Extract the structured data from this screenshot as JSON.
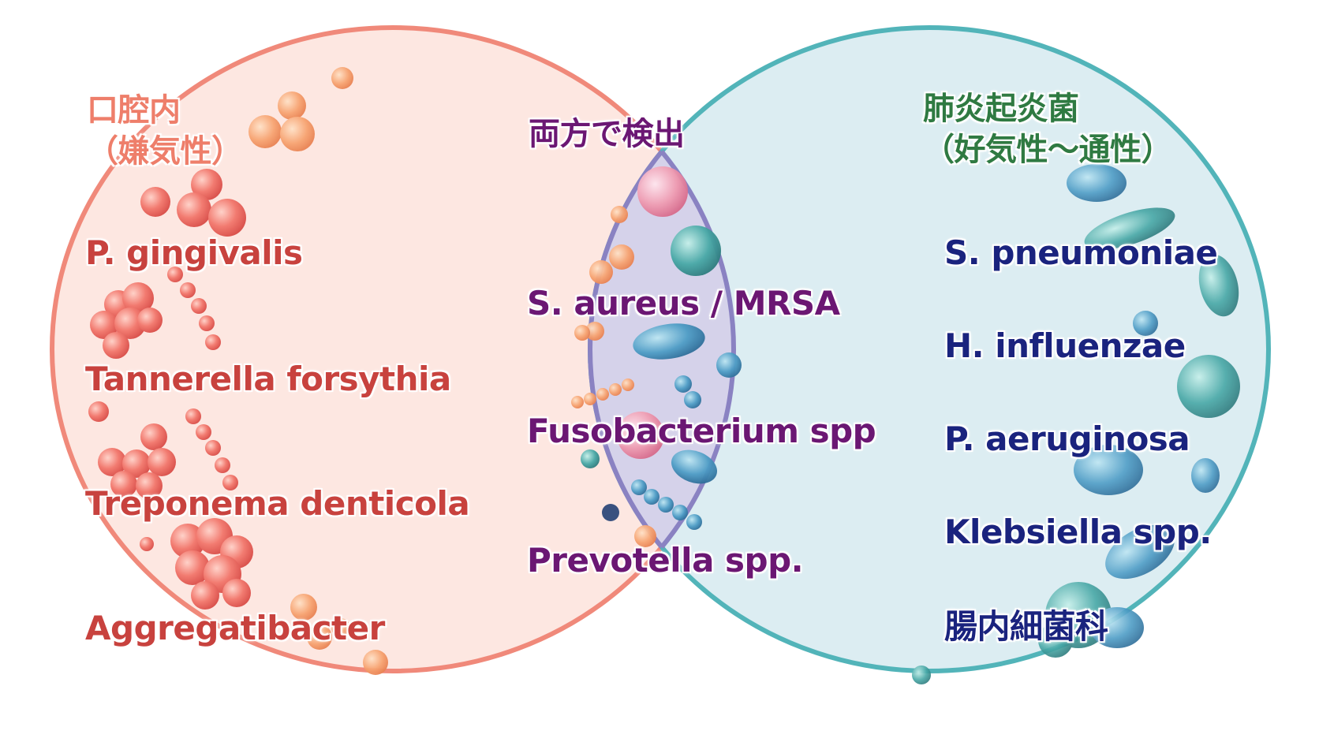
{
  "colors": {
    "left_circle_fill": "#fde7e1",
    "left_circle_stroke": "#f0897a",
    "right_circle_fill": "#dcedf2",
    "right_circle_stroke": "#52b4b9",
    "overlap_fill": "#d5d2ea",
    "overlap_stroke": "#8a82c2",
    "left_heading": "#ee7e6a",
    "left_species": "#c8423e",
    "middle_text": "#6b1773",
    "right_heading": "#2f7a42",
    "right_species": "#1a237e"
  },
  "left_set": {
    "heading_line1": "口腔内",
    "heading_line2": "（嫌気性）",
    "items": [
      "P. gingivalis",
      "Tannerella forsythia",
      "Treponema denticola",
      "Aggregatibacter"
    ]
  },
  "overlap": {
    "heading": "両方で検出",
    "items": [
      "S. aureus / MRSA",
      "Fusobacterium spp",
      "Prevotella spp."
    ]
  },
  "right_set": {
    "heading_line1": "肺炎起炎菌",
    "heading_line2": "（好気性〜通性）",
    "items": [
      "S. pneumoniae",
      "H. influenzae",
      "P. aeruginosa",
      "Klebsiella spp.",
      "腸内細菌科"
    ]
  },
  "decorations": {
    "icons": [
      "bacteria-cluster-icon",
      "bacteria-chain-icon",
      "rod-bacteria-icon"
    ]
  }
}
